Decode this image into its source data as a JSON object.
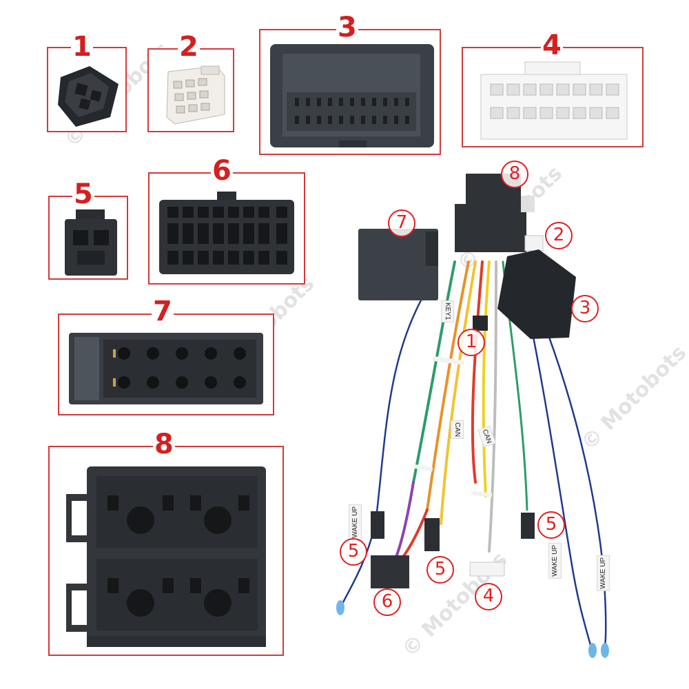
{
  "panels": {
    "p1": {
      "label": "1"
    },
    "p2": {
      "label": "2"
    },
    "p3": {
      "label": "3"
    },
    "p4": {
      "label": "4"
    },
    "p5": {
      "label": "5"
    },
    "p6": {
      "label": "6"
    },
    "p7": {
      "label": "7"
    },
    "p8": {
      "label": "8"
    }
  },
  "harness_labels": {
    "c8": "8",
    "c7": "7",
    "c2": "2",
    "c3": "3",
    "c1": "1",
    "c5a": "5",
    "c5b": "5",
    "c5c": "5",
    "c6": "6",
    "c4": "4"
  },
  "wire_tags": {
    "key1": "KEY1",
    "can1": "CAN",
    "can2": "CAN",
    "wake_up_left": "WAKE UP",
    "wake_up_mid": "WAKE UP",
    "wake_up_right": "WAKE UP"
  },
  "watermark": "© Motobots",
  "colors": {
    "accent": "#d32020",
    "connector": "#2f3338",
    "wire_blue": "#1f3a8a"
  }
}
